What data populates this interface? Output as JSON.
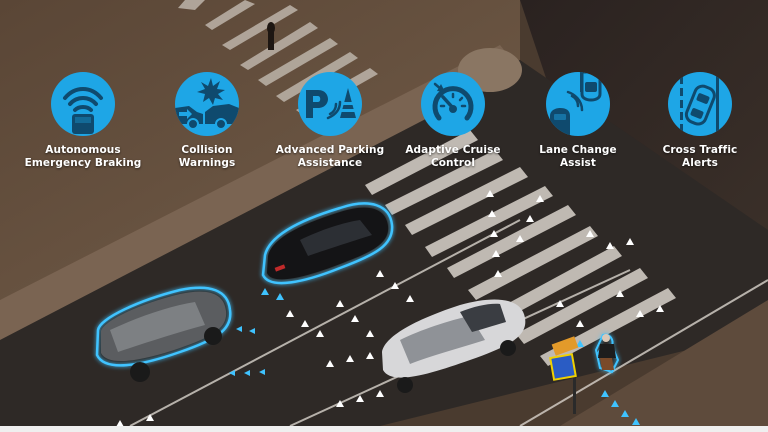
{
  "colors": {
    "icon_fill": "#1ea6e6",
    "icon_glyph": "#0f4a6e",
    "label_text": "#ffffff",
    "sensor_outline": "#3fc3ff",
    "road_dark": "#2c2826",
    "sidewalk": "#6e5a48",
    "crosswalk_stripe": "#cfc9c2"
  },
  "features": [
    {
      "id": "aeb",
      "icon": "emergency-braking-icon",
      "line1": "Autonomous",
      "line2": "Emergency Braking"
    },
    {
      "id": "cw",
      "icon": "collision-warning-icon",
      "line1": "Collision",
      "line2": "Warnings"
    },
    {
      "id": "apa",
      "icon": "parking-assist-icon",
      "line1": "Advanced Parking",
      "line2": "Assistance"
    },
    {
      "id": "acc",
      "icon": "cruise-control-icon",
      "line1": "Adaptive Cruise",
      "line2": "Control"
    },
    {
      "id": "lca",
      "icon": "lane-change-icon",
      "line1": "Lane Change",
      "line2": "Assist"
    },
    {
      "id": "cta",
      "icon": "cross-traffic-icon",
      "line1": "Cross Traffic",
      "line2": "Alerts"
    }
  ]
}
